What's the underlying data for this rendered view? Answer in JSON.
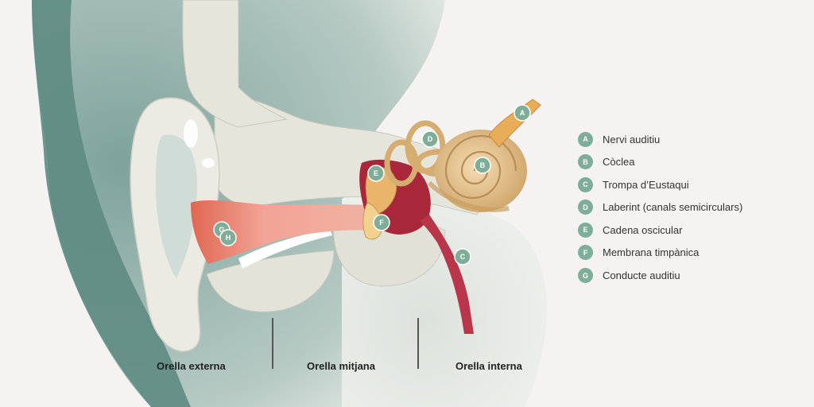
{
  "markers": [
    {
      "letter": "A",
      "color": "#7fae98"
    },
    {
      "letter": "B",
      "color": "#7fae98"
    },
    {
      "letter": "C",
      "color": "#7fae98"
    },
    {
      "letter": "D",
      "color": "#7fae98"
    },
    {
      "letter": "E",
      "color": "#7fae98"
    },
    {
      "letter": "F",
      "color": "#7fae98"
    },
    {
      "letter": "G",
      "color": "#7fae98"
    },
    {
      "letter": "H",
      "color": "#7fae98"
    }
  ],
  "legend": [
    {
      "letter": "A",
      "label": "Nervi auditiu"
    },
    {
      "letter": "B",
      "label": "Còclea"
    },
    {
      "letter": "C",
      "label": "Trompa d’Eustaqui"
    },
    {
      "letter": "D",
      "label": "Laberint (canals semicirculars)"
    },
    {
      "letter": "E",
      "label": "Cadena oscicular"
    },
    {
      "letter": "F",
      "label": "Membrana timpànica"
    },
    {
      "letter": "G",
      "label": "Conducte auditiu"
    }
  ],
  "regions": {
    "outer": "Orella externa",
    "middle": "Orella mitjana",
    "inner": "Orella interna"
  },
  "colors": {
    "marker": "#7fae98",
    "skin": "#5e8b82",
    "bone": "#e6e5dc",
    "canal": "#e8907f",
    "cochlea": "#dcb57c",
    "nerve": "#e8ad58",
    "cavity": "#a8283a"
  }
}
